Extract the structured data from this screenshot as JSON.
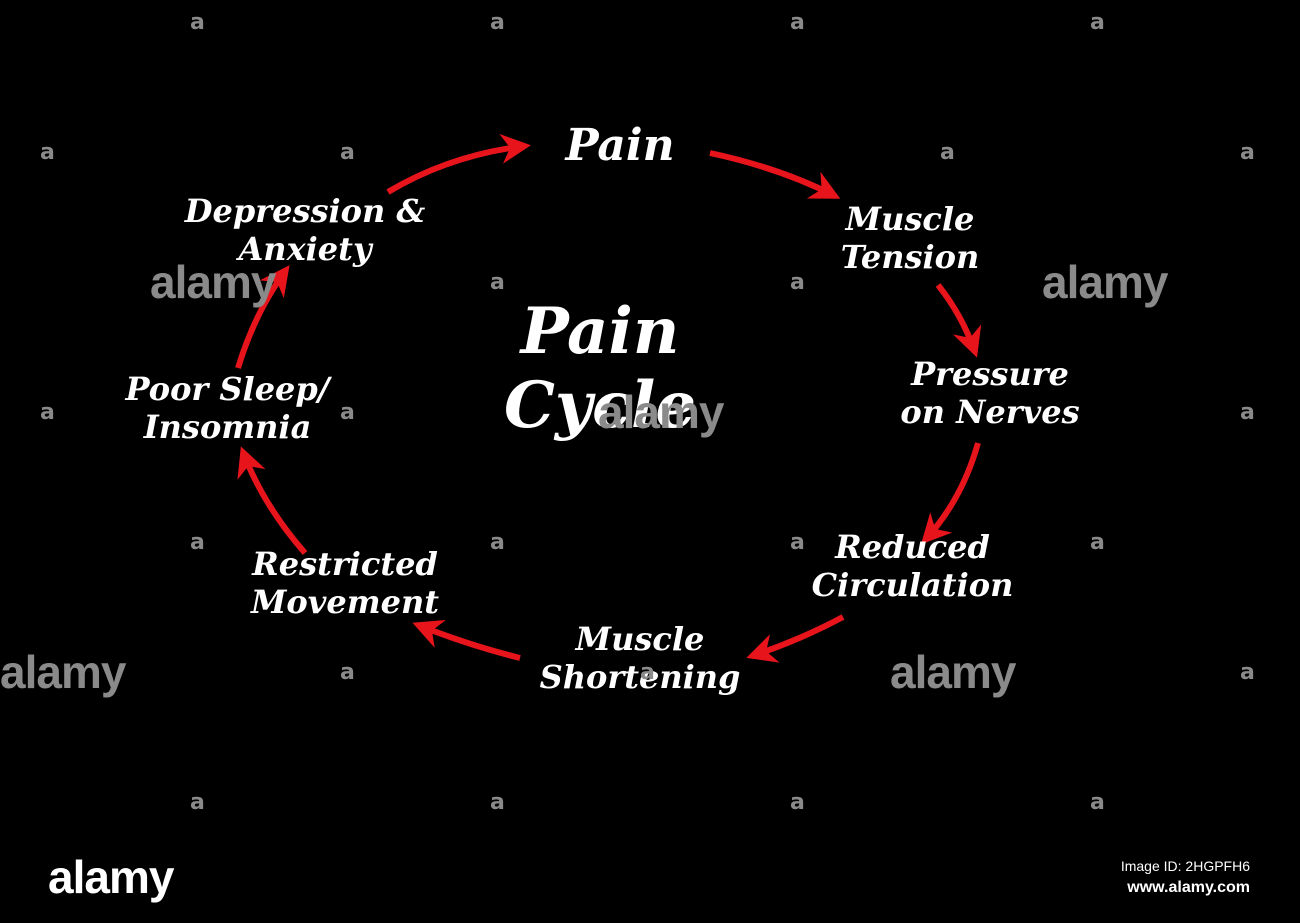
{
  "diagram": {
    "title": [
      "Pain",
      "Cycle"
    ],
    "nodes": [
      {
        "id": "pain",
        "lines": [
          "Pain"
        ]
      },
      {
        "id": "muscle-tension",
        "lines": [
          "Muscle",
          "Tension"
        ]
      },
      {
        "id": "pressure-on-nerves",
        "lines": [
          "Pressure",
          "on Nerves"
        ]
      },
      {
        "id": "reduced-circulation",
        "lines": [
          "Reduced",
          "Circulation"
        ]
      },
      {
        "id": "muscle-shortening",
        "lines": [
          "Muscle",
          "Shortening"
        ]
      },
      {
        "id": "restricted-movement",
        "lines": [
          "Restricted",
          "Movement"
        ]
      },
      {
        "id": "poor-sleep",
        "lines": [
          "Poor Sleep/",
          "Insomnia"
        ]
      },
      {
        "id": "depression-anxiety",
        "lines": [
          "Depression &",
          "Anxiety"
        ]
      }
    ],
    "arrow_color": "#e8141c",
    "text_color": "#ffffff",
    "background": "#000000"
  },
  "watermark": {
    "brand": "alamy",
    "image_id": "Image ID: 2HGPFH6",
    "site": "www.alamy.com"
  }
}
